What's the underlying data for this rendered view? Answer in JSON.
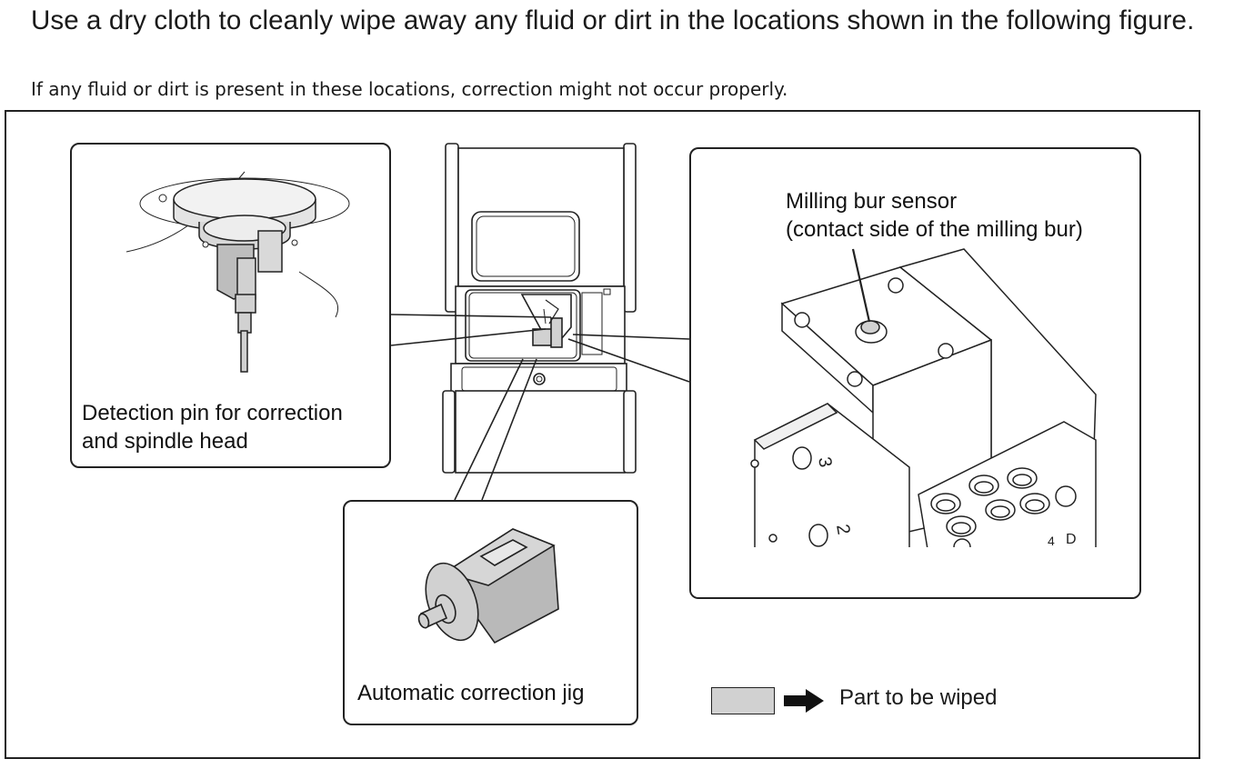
{
  "instruction": {
    "heading": "Use a dry cloth to cleanly wipe away any fluid or dirt in the locations shown in the following figure.",
    "note": "If any fluid or dirt is present in these locations, correction might not occur properly."
  },
  "callouts": {
    "spindle_head": {
      "label_line1": "Detection pin for correction",
      "label_line2": "and spindle head"
    },
    "correction_jig": {
      "label": "Automatic correction jig"
    },
    "milling_bur_sensor": {
      "label_line1": "Milling bur sensor",
      "label_line2": "(contact side of the milling bur)"
    }
  },
  "magazine_numbers": [
    "3",
    "2",
    "4",
    "D"
  ],
  "legend": {
    "label": "Part to be wiped",
    "swatch_color": "#d1d1d1",
    "arrow_icon": "right-arrow-icon"
  }
}
